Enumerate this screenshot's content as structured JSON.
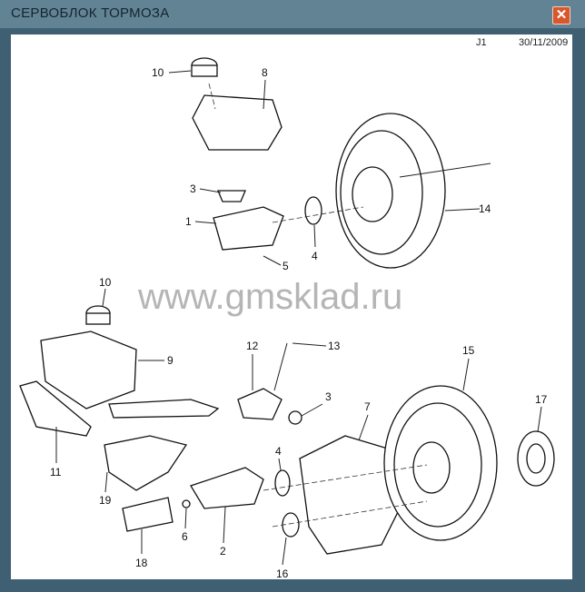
{
  "window": {
    "title": "СЕРВОБЛОК ТОРМОЗА",
    "close_icon": "close-x-icon"
  },
  "header": {
    "code": "J1",
    "date": "30/11/2009"
  },
  "watermark": "www.gmsklad.ru",
  "callouts": [
    "10",
    "8",
    "3",
    "1",
    "5",
    "4",
    "14",
    "10",
    "9",
    "12",
    "13",
    "3",
    "15",
    "17",
    "7",
    "4",
    "11",
    "19",
    "6",
    "2",
    "18",
    "16"
  ]
}
